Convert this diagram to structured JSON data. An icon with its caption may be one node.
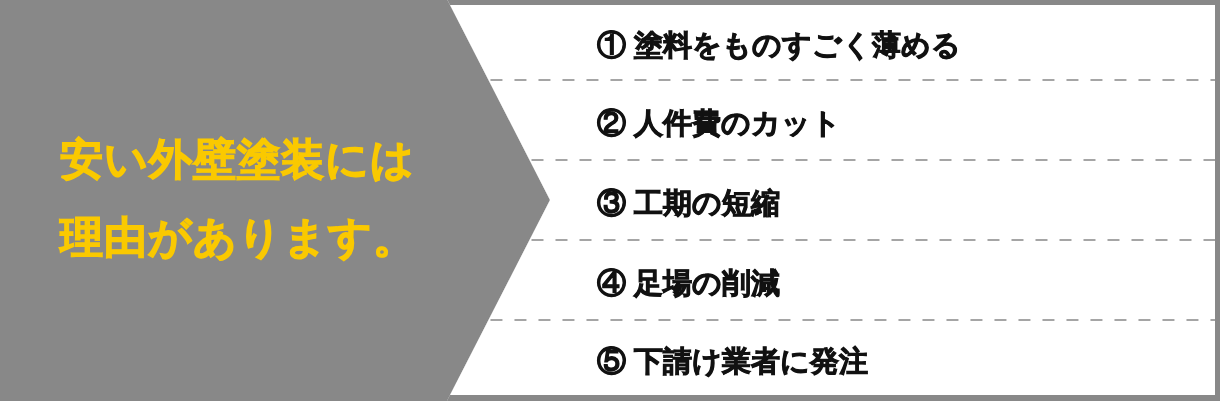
{
  "diagram": {
    "nodes": [
      {
        "text": [
          "安い外壁塗装には理由があります。"
        ]
      },
      {
        "text": [],
        "shape": "box"
      },
      {
        "text": [
          "① 塗料をものすごく薄める"
        ],
        "in": 1
      },
      {
        "text": [
          "② 人件費のカット"
        ],
        "in": 1
      },
      {
        "text": [
          "③ 工期の短縮"
        ],
        "in": 1
      },
      {
        "text": [
          "④ 足場の削減"
        ],
        "in": 1
      },
      {
        "text": [
          "⑤ 下請け業者に発注"
        ],
        "in": 1
      }
    ]
  }
}
